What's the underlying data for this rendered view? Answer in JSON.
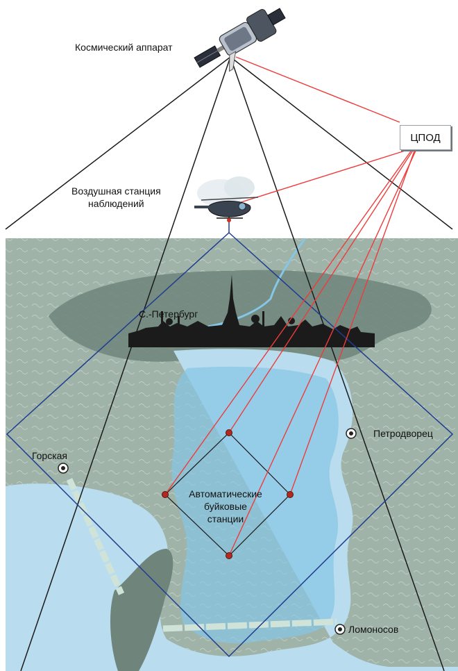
{
  "labels": {
    "spacecraft": "Космический аппарат",
    "air_station_line1": "Воздушная станция",
    "air_station_line2": "наблюдений",
    "cpod": "ЦПОД",
    "st_petersburg": "С.-Петербург",
    "gorskaya": "Горская",
    "petrodvorets": "Петродворец",
    "lomonosov": "Ломоносов",
    "buoys_line1": "Автоматические",
    "buoys_line2": "буйковые",
    "buoys_line3": "станции"
  },
  "colors": {
    "sky": "#ffffff",
    "land": "#9fb3a8",
    "land_dark": "#6f857b",
    "water_light": "#b9ddee",
    "water_deep": "#86c6e6",
    "blue_lines": "#1f3c8f",
    "black_lines": "#1a1a1a",
    "red_links": "#ee3b3b",
    "buoy": "#b22a1f"
  },
  "icons": {
    "spacecraft": "satellite-icon",
    "air_station": "helicopter-icon",
    "city": "skyline-silhouette-icon",
    "station_marker": "station-marker-icon"
  }
}
